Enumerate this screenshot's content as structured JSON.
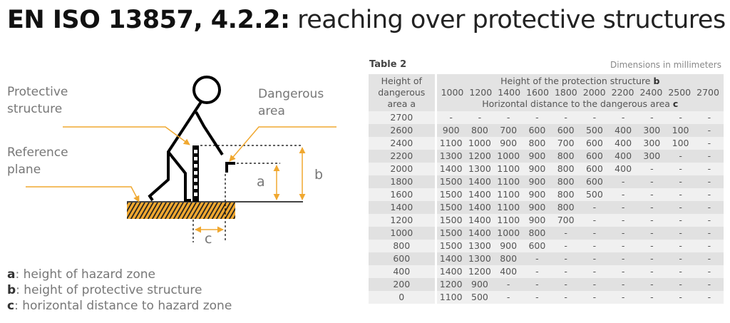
{
  "title": {
    "bold": "EN ISO 13857, 4.2.2:",
    "light": "reaching over protective structures"
  },
  "figure": {
    "labels": {
      "protective_structure": [
        "Protective",
        "structure"
      ],
      "reference_plane": [
        "Reference",
        "plane"
      ],
      "dangerous_area": [
        "Dangerous",
        "area"
      ],
      "a": "a",
      "b": "b",
      "c": "c"
    },
    "colors": {
      "accent": "#f0a830",
      "line": "#000000",
      "label": "#777777"
    }
  },
  "legend": [
    {
      "key": "a",
      "text": ": height of hazard zone"
    },
    {
      "key": "b",
      "text": ": height of protective structure"
    },
    {
      "key": "c",
      "text": ": horizontal distance to hazard zone"
    }
  ],
  "table": {
    "caption": "Table 2",
    "units": "Dimensions in millimeters",
    "row_header": [
      "Height of",
      "dangerous",
      "area a"
    ],
    "col_header_title": "Height of the protection structure",
    "col_header_title_key": "b",
    "col_header_sub": "Horizontal distance to the dangerous area",
    "col_header_sub_key": "c",
    "columns": [
      "1000",
      "1200",
      "1400",
      "1600",
      "1800",
      "2000",
      "2200",
      "2400",
      "2500",
      "2700"
    ],
    "rows": [
      {
        "a": "2700",
        "c": [
          "-",
          "-",
          "-",
          "-",
          "-",
          "-",
          "-",
          "-",
          "-",
          "-"
        ]
      },
      {
        "a": "2600",
        "c": [
          "900",
          "800",
          "700",
          "600",
          "600",
          "500",
          "400",
          "300",
          "100",
          "-"
        ]
      },
      {
        "a": "2400",
        "c": [
          "1100",
          "1000",
          "900",
          "800",
          "700",
          "600",
          "400",
          "300",
          "100",
          "-"
        ]
      },
      {
        "a": "2200",
        "c": [
          "1300",
          "1200",
          "1000",
          "900",
          "800",
          "600",
          "400",
          "300",
          "-",
          "-"
        ]
      },
      {
        "a": "2000",
        "c": [
          "1400",
          "1300",
          "1100",
          "900",
          "800",
          "600",
          "400",
          "-",
          "-",
          "-"
        ]
      },
      {
        "a": "1800",
        "c": [
          "1500",
          "1400",
          "1100",
          "900",
          "800",
          "600",
          "-",
          "-",
          "-",
          "-"
        ]
      },
      {
        "a": "1600",
        "c": [
          "1500",
          "1400",
          "1100",
          "900",
          "800",
          "500",
          "-",
          "-",
          "-",
          "-"
        ]
      },
      {
        "a": "1400",
        "c": [
          "1500",
          "1400",
          "1100",
          "900",
          "800",
          "-",
          "-",
          "-",
          "-",
          "-"
        ]
      },
      {
        "a": "1200",
        "c": [
          "1500",
          "1400",
          "1100",
          "900",
          "700",
          "-",
          "-",
          "-",
          "-",
          "-"
        ]
      },
      {
        "a": "1000",
        "c": [
          "1500",
          "1400",
          "1000",
          "800",
          "-",
          "-",
          "-",
          "-",
          "-",
          "-"
        ]
      },
      {
        "a": "800",
        "c": [
          "1500",
          "1300",
          "900",
          "600",
          "-",
          "-",
          "-",
          "-",
          "-",
          "-"
        ]
      },
      {
        "a": "600",
        "c": [
          "1400",
          "1300",
          "800",
          "-",
          "-",
          "-",
          "-",
          "-",
          "-",
          "-"
        ]
      },
      {
        "a": "400",
        "c": [
          "1400",
          "1200",
          "400",
          "-",
          "-",
          "-",
          "-",
          "-",
          "-",
          "-"
        ]
      },
      {
        "a": "200",
        "c": [
          "1200",
          "900",
          "-",
          "-",
          "-",
          "-",
          "-",
          "-",
          "-",
          "-"
        ]
      },
      {
        "a": "0",
        "c": [
          "1100",
          "500",
          "-",
          "-",
          "-",
          "-",
          "-",
          "-",
          "-",
          "-"
        ]
      }
    ]
  }
}
